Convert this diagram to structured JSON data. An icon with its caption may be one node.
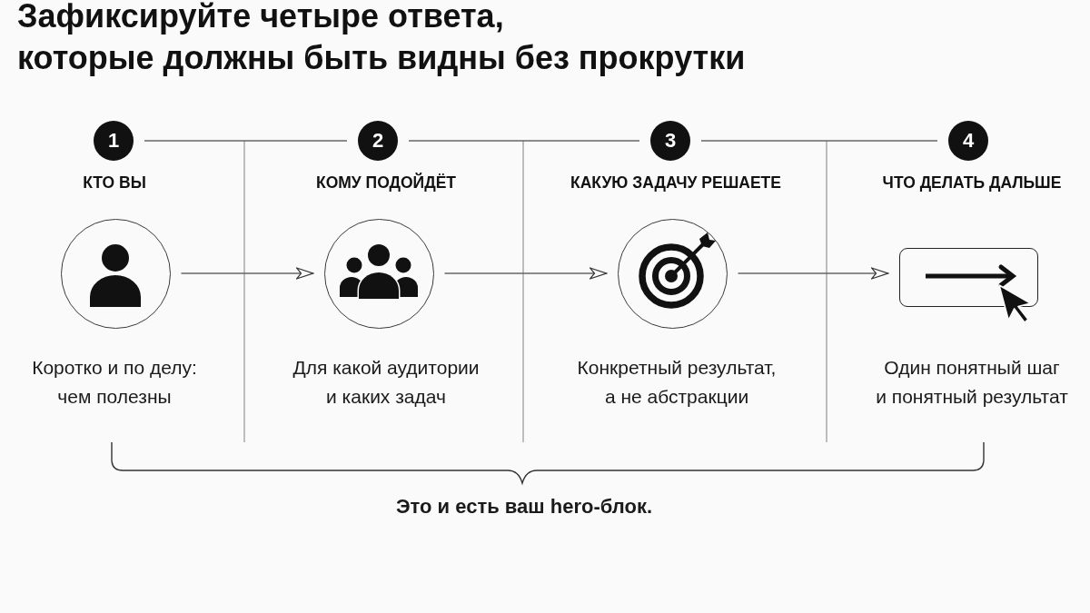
{
  "diagram": {
    "title": "Зафиксируйте четыре ответа, которые должны быть видны без прокрутки",
    "nodes": [
      {
        "text": [
          "1"
        ],
        "beside": [
          "КТО ВЫ"
        ]
      },
      {
        "text": [],
        "shape": "circle",
        "beside": [
          "Коротко и по делу: чем полезны"
        ]
      },
      {
        "text": [
          "2"
        ],
        "beside": [
          "КОМУ ПОДОЙДЁТ"
        ]
      },
      {
        "text": [],
        "shape": "circle",
        "beside": [
          "Для какой аудитории и каких задач"
        ]
      },
      {
        "text": [
          "3"
        ],
        "beside": [
          "КАКУЮ ЗАДАЧУ РЕШАЕТЕ"
        ]
      },
      {
        "text": [],
        "shape": "circle",
        "beside": [
          "Конкретный результат, а не абстракции"
        ]
      },
      {
        "text": [
          "4"
        ],
        "beside": [
          "ЧТО ДЕЛАТЬ ДАЛЬШЕ"
        ]
      },
      {
        "text": [],
        "shape": "box",
        "beside": [
          "Один понятный шаг и понятный результат"
        ]
      }
    ],
    "edges": [
      {
        "from": 0,
        "to": 2,
        "arrow": "none"
      },
      {
        "from": 2,
        "to": 4,
        "arrow": "none"
      },
      {
        "from": 4,
        "to": 6,
        "arrow": "none"
      },
      {
        "from": 1,
        "to": 3,
        "arrow": "to"
      },
      {
        "from": 3,
        "to": 5,
        "arrow": "to"
      },
      {
        "from": 5,
        "to": 7,
        "arrow": "to"
      }
    ],
    "labels": [
      "Это и есть ваш hero-блок."
    ]
  }
}
